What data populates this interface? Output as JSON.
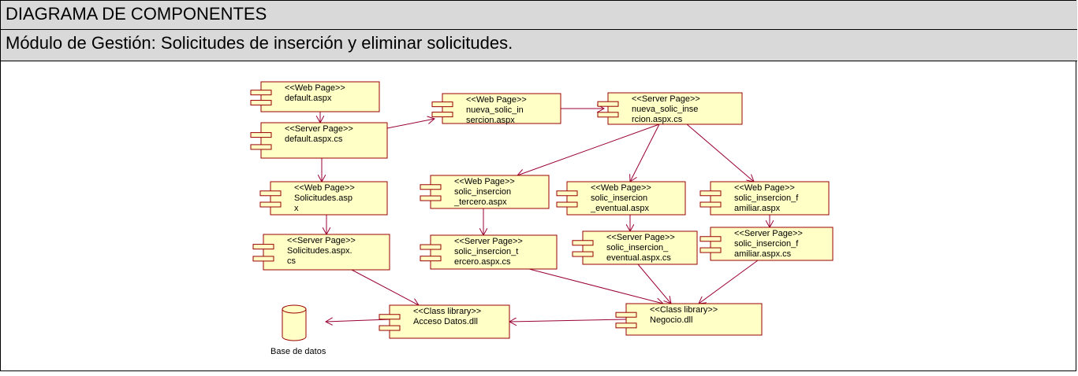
{
  "header": {
    "title": "DIAGRAMA DE COMPONENTES",
    "subtitle": "Módulo de Gestión: Solicitudes de inserción y eliminar solicitudes."
  },
  "components": {
    "default_aspx": {
      "stereotype": "<<Web Page>>",
      "lines": [
        "default.aspx"
      ]
    },
    "default_aspx_cs": {
      "stereotype": "<<Server Page>>",
      "lines": [
        "default.aspx.cs"
      ]
    },
    "solicitudes_aspx": {
      "stereotype": "<<Web Page>>",
      "lines": [
        "Solicitudes.asp",
        "x"
      ]
    },
    "solicitudes_aspx_cs": {
      "stereotype": "<<Server Page>>",
      "lines": [
        "Solicitudes.aspx.",
        "cs"
      ]
    },
    "nueva_aspx": {
      "stereotype": "<<Web Page>>",
      "lines": [
        "nueva_solic_in",
        "sercion.aspx"
      ]
    },
    "nueva_aspx_cs": {
      "stereotype": "<<Server Page>>",
      "lines": [
        "nueva_solic_inse",
        "rcion.aspx.cs"
      ]
    },
    "tercero_aspx": {
      "stereotype": "<<Web Page>>",
      "lines": [
        "solic_insercion",
        "_tercero.aspx"
      ]
    },
    "eventual_aspx": {
      "stereotype": "<<Web Page>>",
      "lines": [
        "solic_insercion",
        "_eventual.aspx"
      ]
    },
    "familiar_aspx": {
      "stereotype": "<<Web Page>>",
      "lines": [
        "solic_insercion_f",
        "amiliar.aspx"
      ]
    },
    "tercero_aspx_cs": {
      "stereotype": "<<Server Page>>",
      "lines": [
        "solic_insercion_t",
        "ercero.aspx.cs"
      ]
    },
    "eventual_aspx_cs": {
      "stereotype": "<<Server Page>>",
      "lines": [
        "solic_insercion_",
        "eventual.aspx.cs"
      ]
    },
    "familiar_aspx_cs": {
      "stereotype": "<<Server Page>>",
      "lines": [
        "solic_insercion_f",
        "amiliar.aspx.cs"
      ]
    },
    "acceso_datos": {
      "stereotype": "<<Class library>>",
      "lines": [
        "Acceso Datos.dll"
      ]
    },
    "negocio": {
      "stereotype": "<<Class library>>",
      "lines": [
        "Negocio.dll"
      ]
    }
  },
  "database": {
    "label": "Base de datos"
  },
  "colors": {
    "component_fill": "#ffffc6",
    "component_stroke": "#990000",
    "edge": "#990033",
    "header_bg": "#d9d9d9"
  }
}
